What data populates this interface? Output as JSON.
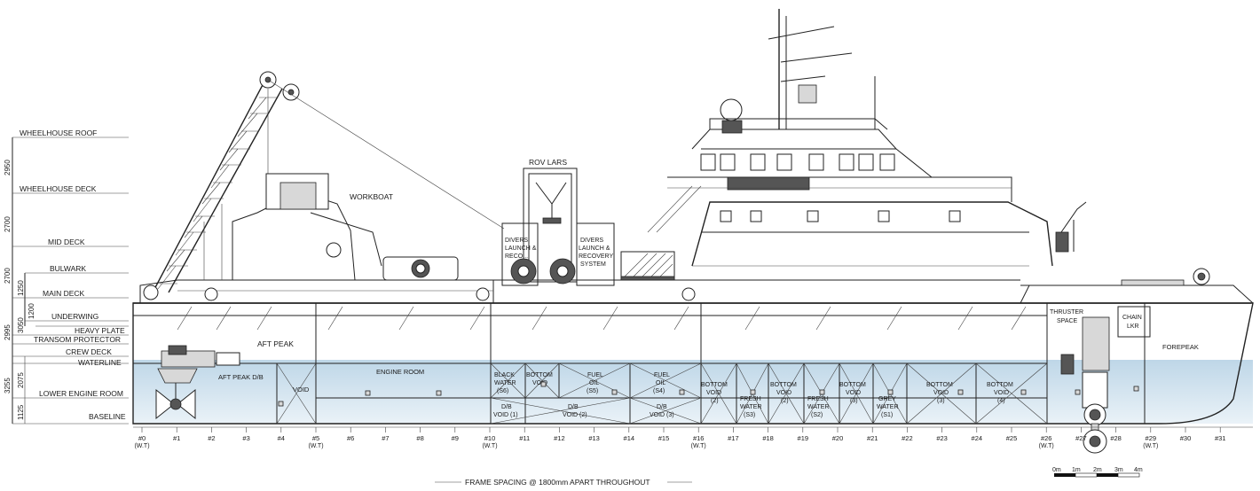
{
  "levels": [
    {
      "label": "WHEELHOUSE ROOF",
      "dim": "2950"
    },
    {
      "label": "WHEELHOUSE DECK",
      "dim": "2700"
    },
    {
      "label": "MID DECK",
      "dim": "2700"
    },
    {
      "label": "BULWARK",
      "dim": ""
    },
    {
      "label": "MAIN DECK",
      "dim": "1250"
    },
    {
      "label": "UNDERWING",
      "dim": "1200"
    },
    {
      "label": "HEAVY PLATE",
      "dim": ""
    },
    {
      "label": "TRANSOM PROTECTOR",
      "dim": ""
    },
    {
      "label": "CREW DECK",
      "dim": ""
    },
    {
      "label": "WATERLINE",
      "dim": "2075"
    },
    {
      "label": "LOWER ENGINE ROOM",
      "dim": "3255"
    },
    {
      "label": "BASELINE",
      "dim": "1125"
    }
  ],
  "extra_dims": {
    "d3050": "3050",
    "d2995": "2995"
  },
  "superstructure": {
    "workboat": "WORKBOAT",
    "rov_lars": "ROV LARS",
    "divers_launch_1": [
      "DIVERS",
      "LAUNCH &",
      "RECO..."
    ],
    "divers_launch_2": [
      "DIVERS",
      "LAUNCH &",
      "RECOVERY",
      "SYSTEM"
    ]
  },
  "compartments": {
    "aft_peak": "AFT PEAK",
    "aft_peak_db": "AFT PEAK D/B",
    "void": "VOID",
    "engine_room": "ENGINE ROOM",
    "black_water": [
      "BLACK",
      "WATER",
      "(S6)"
    ],
    "bottom_void_1": [
      "BOTTOM",
      "VOID"
    ],
    "fuel_oil_s5": [
      "FUEL",
      "OIL",
      "(S5)"
    ],
    "fuel_oil_s4": [
      "FUEL",
      "OIL",
      "(S4)"
    ],
    "db_void_1": [
      "D/B",
      "VOID (1)"
    ],
    "db_void_2": [
      "D/B",
      "VOID (2)"
    ],
    "db_void_3": [
      "D/B",
      "VOID (3)"
    ],
    "bottom_void_2a": [
      "BOTTOM",
      "VOID",
      "(2)"
    ],
    "fresh_water_s3": [
      "FRESH",
      "WATER",
      "(S3)"
    ],
    "bottom_void_2b": [
      "BOTTOM",
      "VOID",
      "(2)"
    ],
    "fresh_water_s2": [
      "FRESH",
      "WATER",
      "(S2)"
    ],
    "bottom_void_3a": [
      "BOTTOM",
      "VOID",
      "(3)"
    ],
    "grey_water": [
      "GREY",
      "WATER",
      "(S1)"
    ],
    "bottom_void_3b": [
      "BOTTOM",
      "VOID",
      "(3)"
    ],
    "bottom_void_4": [
      "BOTTOM",
      "VOID",
      "(4)"
    ],
    "thruster_space": [
      "THRUSTER",
      "SPACE"
    ],
    "chain_lkr": [
      "CHAIN",
      "LKR"
    ],
    "forepeak": "FOREPEAK"
  },
  "frames": [
    {
      "n": "#0",
      "wt": "(W.T)"
    },
    {
      "n": "#1",
      "wt": ""
    },
    {
      "n": "#2",
      "wt": ""
    },
    {
      "n": "#3",
      "wt": ""
    },
    {
      "n": "#4",
      "wt": ""
    },
    {
      "n": "#5",
      "wt": "(W.T)"
    },
    {
      "n": "#6",
      "wt": ""
    },
    {
      "n": "#7",
      "wt": ""
    },
    {
      "n": "#8",
      "wt": ""
    },
    {
      "n": "#9",
      "wt": ""
    },
    {
      "n": "#10",
      "wt": "(W.T)"
    },
    {
      "n": "#11",
      "wt": ""
    },
    {
      "n": "#12",
      "wt": ""
    },
    {
      "n": "#13",
      "wt": ""
    },
    {
      "n": "#14",
      "wt": ""
    },
    {
      "n": "#15",
      "wt": ""
    },
    {
      "n": "#16",
      "wt": "(W.T)"
    },
    {
      "n": "#17",
      "wt": ""
    },
    {
      "n": "#18",
      "wt": ""
    },
    {
      "n": "#19",
      "wt": ""
    },
    {
      "n": "#20",
      "wt": ""
    },
    {
      "n": "#21",
      "wt": ""
    },
    {
      "n": "#22",
      "wt": ""
    },
    {
      "n": "#23",
      "wt": ""
    },
    {
      "n": "#24",
      "wt": ""
    },
    {
      "n": "#25",
      "wt": ""
    },
    {
      "n": "#26",
      "wt": "(W.T)"
    },
    {
      "n": "#27",
      "wt": ""
    },
    {
      "n": "#28",
      "wt": ""
    },
    {
      "n": "#29",
      "wt": "(W.T)"
    },
    {
      "n": "#30",
      "wt": ""
    },
    {
      "n": "#31",
      "wt": ""
    }
  ],
  "frame_spacing_note": "FRAME SPACING @ 1800mm APART THROUGHOUT",
  "scale_bar": [
    "0m",
    "1m",
    "2m",
    "3m",
    "4m"
  ],
  "colors": {
    "waterline_fill": "#cfe2ef",
    "waterline_fill_top": "#b9d4e6",
    "line": "#222222"
  }
}
